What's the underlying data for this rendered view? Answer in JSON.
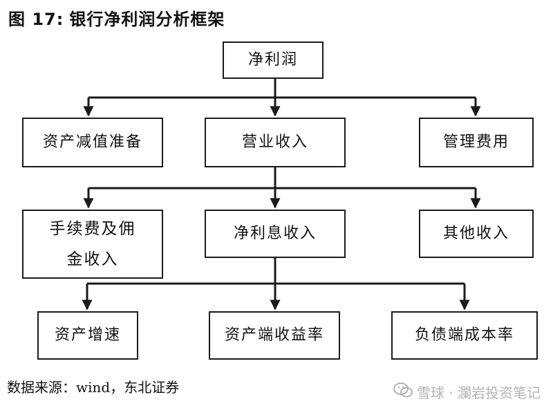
{
  "title": {
    "figure_number": "图 17:",
    "text": "银行净利润分析框架"
  },
  "nodes": {
    "net_profit": "净利润",
    "asset_impairment": "资产减值准备",
    "operating_income": "营业收入",
    "management_expense": "管理费用",
    "fee_commission": "手续费及佣金收入",
    "net_interest_income": "净利息收入",
    "other_income": "其他收入",
    "asset_growth": "资产增速",
    "asset_yield": "资产端收益率",
    "liability_cost": "负债端成本率"
  },
  "source": "数据来源：wind，东北证券",
  "watermark": {
    "icon": "wechat-icon",
    "text": "雪球 · 瀾岩投资笔记"
  },
  "colors": {
    "line": "#1a1a1a",
    "border": "#1a1a1a",
    "watermark": "#9a9a9a"
  }
}
